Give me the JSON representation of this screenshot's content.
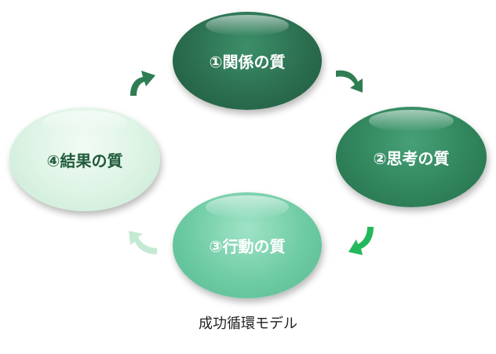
{
  "diagram": {
    "nodes": [
      {
        "id": 1,
        "label": "①関係の質"
      },
      {
        "id": 2,
        "label": "②思考の質"
      },
      {
        "id": 3,
        "label": "③行動の質"
      },
      {
        "id": 4,
        "label": "④結果の質"
      }
    ],
    "caption": "成功循環モデル",
    "arrows": [
      {
        "from": 1,
        "to": 2,
        "icon": "curved-arrow-icon"
      },
      {
        "from": 2,
        "to": 3,
        "icon": "curved-arrow-icon"
      },
      {
        "from": 3,
        "to": 4,
        "icon": "curved-arrow-icon"
      },
      {
        "from": 4,
        "to": 1,
        "icon": "curved-arrow-icon"
      }
    ],
    "colors": {
      "node_1": "#2b6e4f",
      "node_2": "#31855c",
      "node_3": "#6ecba4",
      "node_4": "#dcf3e4",
      "arrow_1_to_2": "#2f7d52",
      "arrow_2_to_3": "#24b85c",
      "arrow_3_to_4": "#c5ead3",
      "arrow_4_to_1": "#2f7d52"
    }
  }
}
